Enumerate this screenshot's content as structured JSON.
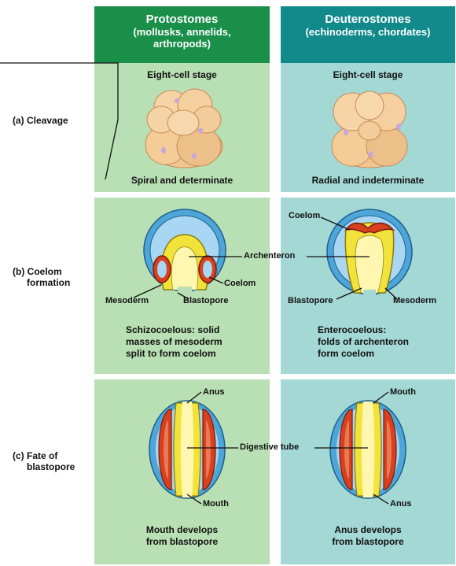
{
  "headers": {
    "protostomes": {
      "title": "Protostomes",
      "subtitle": [
        "(mollusks, annelids,",
        "arthropods)"
      ]
    },
    "deuterostomes": {
      "title": "Deuterostomes",
      "subtitle": [
        "(echinoderms, chordates)"
      ]
    }
  },
  "rows": {
    "cleavage": {
      "letter": "(a)",
      "label": [
        "Cleavage"
      ],
      "protostome_stage": "Eight-cell stage",
      "deuterostome_stage": "Eight-cell stage",
      "protostome_caption": "Spiral and determinate",
      "deuterostome_caption": "Radial and indeterminate"
    },
    "coelom": {
      "letter": "(b)",
      "label": [
        "Coelom",
        "formation"
      ],
      "labels": {
        "archenteron": "Archenteron",
        "coelom_left": "Coelom",
        "mesoderm_left": "Mesoderm",
        "blastopore_left": "Blastopore",
        "coelom_right": "Coelom",
        "blastopore_right": "Blastopore",
        "mesoderm_right": "Mesoderm"
      },
      "protostome_caption": [
        "Schizocoelous: solid",
        "masses of mesoderm",
        "split to form coelom"
      ],
      "deuterostome_caption": [
        "Enterocoelous:",
        "folds of archenteron",
        "form coelom"
      ]
    },
    "blastopore": {
      "letter": "(c)",
      "label": [
        "Fate of",
        "blastopore"
      ],
      "labels": {
        "anus_left": "Anus",
        "mouth_left": "Mouth",
        "digestive_tube": "Digestive tube",
        "mouth_right": "Mouth",
        "anus_right": "Anus"
      },
      "protostome_caption": [
        "Mouth develops",
        "from blastopore"
      ],
      "deuterostome_caption": [
        "Anus develops",
        "from blastopore"
      ]
    }
  },
  "colors": {
    "protostome_header": "#1a8f4a",
    "deuterostome_header": "#128a8c",
    "protostome_panel": "#b9dfb4",
    "deuterostome_panel": "#a3d8d4",
    "egg": "#f0c58f",
    "ectoderm": "#4ea6d8",
    "coelom_fill": "#a9d6f2",
    "archenteron_fill": "#fff6b0",
    "endoderm": "#f2e33a",
    "mesoderm": "#d8401e"
  }
}
